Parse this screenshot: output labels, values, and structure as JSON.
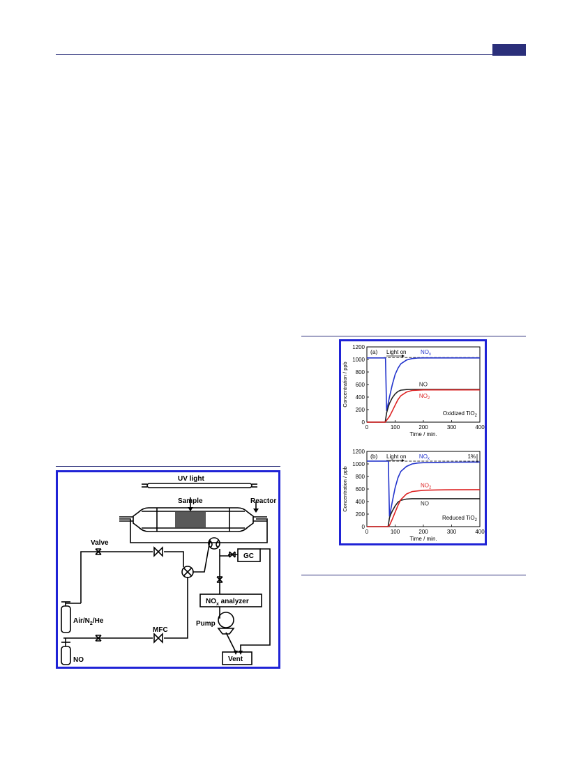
{
  "scheme": {
    "uv_light": "UV light",
    "sample": "Sample",
    "reactor": "Reactor",
    "valve": "Valve",
    "gc": "GC",
    "nox_analyzer_main": "NO",
    "nox_analyzer_sub": "x",
    "nox_analyzer_tail": " analyzer",
    "pump": "Pump",
    "air_main": "Air/N",
    "air_sub": "2",
    "air_tail": "/He",
    "mfc": "MFC",
    "no_cylinder": "NO",
    "vent": "Vent"
  },
  "chart_data": [
    {
      "type": "line",
      "panel_label": "(a)",
      "annotation_light": "Light on",
      "sample_label_main": "Oxidized TiO",
      "sample_label_sub": "2",
      "xlabel": "Time / min.",
      "ylabel": "Concentration / ppb",
      "xlim": [
        0,
        400
      ],
      "ylim": [
        0,
        1200
      ],
      "xticks": [
        "0",
        "100",
        "200",
        "300",
        "400"
      ],
      "yticks": [
        "0",
        "200",
        "400",
        "600",
        "800",
        "1000",
        "1200"
      ],
      "reference_level": 1030,
      "series": [
        {
          "name": "NOx",
          "label_main": "NO",
          "label_sub": "x",
          "color": "#2233cc",
          "x": [
            0,
            65,
            66,
            70,
            80,
            90,
            100,
            110,
            120,
            140,
            160,
            180,
            200,
            250,
            300,
            400
          ],
          "y": [
            1025,
            1025,
            1020,
            180,
            400,
            600,
            760,
            860,
            930,
            990,
            1015,
            1022,
            1025,
            1025,
            1025,
            1025
          ]
        },
        {
          "name": "NO",
          "label_main": "NO",
          "label_sub": "",
          "color": "#222222",
          "x": [
            0,
            65,
            70,
            75,
            80,
            90,
            100,
            110,
            120,
            140,
            160,
            200,
            250,
            300,
            400
          ],
          "y": [
            0,
            0,
            150,
            230,
            300,
            390,
            450,
            490,
            510,
            520,
            522,
            522,
            522,
            522,
            522
          ]
        },
        {
          "name": "NO2",
          "label_main": "NO",
          "label_sub": "2",
          "color": "#dd2222",
          "x": [
            0,
            65,
            70,
            80,
            90,
            100,
            110,
            120,
            140,
            160,
            200,
            250,
            300,
            400
          ],
          "y": [
            0,
            0,
            30,
            90,
            180,
            270,
            360,
            420,
            480,
            505,
            515,
            515,
            515,
            515
          ]
        }
      ]
    },
    {
      "type": "line",
      "panel_label": "(b)",
      "annotation_light": "Light on",
      "annotation_percent": "1%",
      "sample_label_main": "Reduced TiO",
      "sample_label_sub": "2",
      "xlabel": "Time / min.",
      "ylabel": "Concentration / ppb",
      "xlim": [
        0,
        400
      ],
      "ylim": [
        0,
        1200
      ],
      "xticks": [
        "0",
        "100",
        "200",
        "300",
        "400"
      ],
      "yticks": [
        "0",
        "200",
        "400",
        "600",
        "800",
        "1000",
        "1200"
      ],
      "reference_level": 1045,
      "series": [
        {
          "name": "NOx",
          "label_main": "NO",
          "label_sub": "x",
          "color": "#2233cc",
          "x": [
            0,
            75,
            76,
            80,
            90,
            100,
            110,
            120,
            140,
            160,
            180,
            200,
            250,
            300,
            400
          ],
          "y": [
            1045,
            1045,
            1040,
            160,
            400,
            620,
            780,
            880,
            960,
            1000,
            1015,
            1020,
            1025,
            1028,
            1030
          ]
        },
        {
          "name": "NO",
          "label_main": "NO",
          "label_sub": "",
          "color": "#222222",
          "x": [
            0,
            75,
            80,
            85,
            90,
            100,
            110,
            120,
            140,
            160,
            200,
            250,
            300,
            400
          ],
          "y": [
            0,
            0,
            140,
            200,
            250,
            330,
            390,
            420,
            440,
            445,
            445,
            445,
            445,
            445
          ]
        },
        {
          "name": "NO2",
          "label_main": "NO",
          "label_sub": "2",
          "color": "#dd2222",
          "x": [
            0,
            75,
            80,
            90,
            100,
            110,
            120,
            140,
            160,
            200,
            250,
            300,
            400
          ],
          "y": [
            0,
            0,
            20,
            120,
            230,
            340,
            430,
            520,
            560,
            580,
            585,
            588,
            590
          ]
        }
      ]
    }
  ]
}
